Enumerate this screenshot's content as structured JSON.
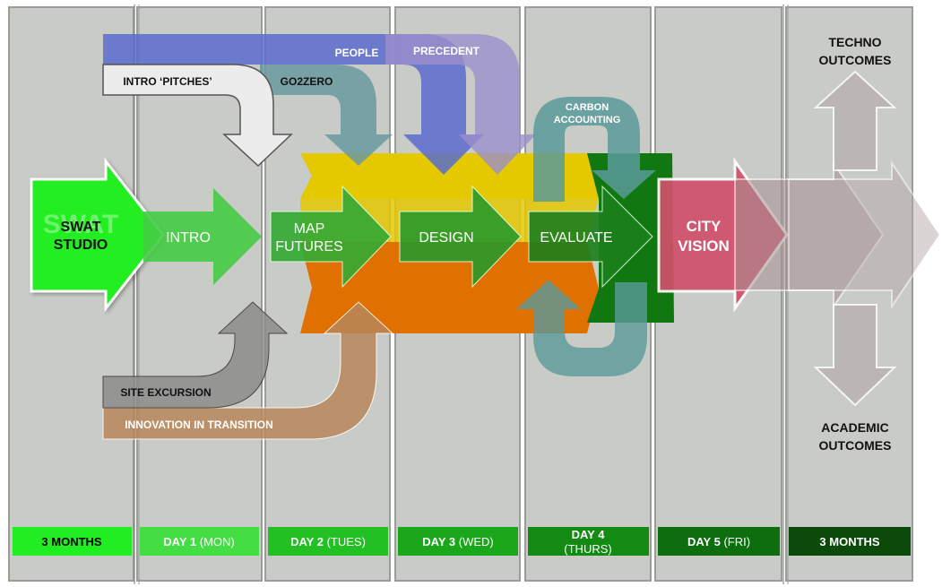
{
  "colors": {
    "background": "#ffffff",
    "column_fill": "#c9cbc6",
    "column_border": "#8e908b",
    "yellow_band": "#e4c800",
    "orange_band": "#e07000",
    "green_bright": "#22ee22",
    "green_mid": "#33bb33",
    "green_dark": "#117711",
    "city_pink": "#d0506a",
    "blue_people": "#5a6ccc",
    "lavender": "#9b90cc",
    "teal": "#5a9a9a",
    "tan": "#b8875a",
    "gray_grey": "#8c8c8c"
  },
  "timeline": {
    "columns": [
      {
        "label_bold": "3 MONTHS",
        "label_light": "",
        "color": "#20ee20",
        "text_color": "#000000"
      },
      {
        "label_bold": "DAY 1",
        "label_light": " (MON)",
        "color": "#44dd44",
        "text_color": "#ffffff"
      },
      {
        "label_bold": "DAY 2",
        "label_light": " (TUES)",
        "color": "#22c022",
        "text_color": "#ffffff"
      },
      {
        "label_bold": "DAY 3",
        "label_light": " (WED)",
        "color": "#1aa81a",
        "text_color": "#ffffff"
      },
      {
        "label_bold": "DAY 4",
        "label_light": "(THURS)",
        "color": "#138a13",
        "text_color": "#ffffff"
      },
      {
        "label_bold": "DAY 5",
        "label_light": " (FRI)",
        "color": "#0d6e0d",
        "text_color": "#ffffff"
      },
      {
        "label_bold": "3 MONTHS",
        "label_light": "",
        "color": "#0b4a0b",
        "text_color": "#ffffff"
      }
    ]
  },
  "stages": {
    "swat": [
      "SWAT",
      "STUDIO"
    ],
    "intro": "INTRO",
    "map_futures": [
      "MAP",
      "FUTURES"
    ],
    "design": "DESIGN",
    "evaluate": "EVALUATE",
    "city_vision": [
      "CITY",
      "VISION"
    ]
  },
  "inputs": {
    "people": "PEOPLE",
    "precedent": "PRECEDENT",
    "intro_pitches": "INTRO ‘PITCHES’",
    "go2zero": "GO2ZERO",
    "carbon_accounting": [
      "CARBON",
      "ACCOUNTING"
    ],
    "site_excursion": "SITE EXCURSION",
    "innovation_in_transition": "INNOVATION IN TRANSITION"
  },
  "outcomes": {
    "techno": [
      "TECHNO",
      "OUTCOMES"
    ],
    "academic": [
      "ACADEMIC",
      "OUTCOMES"
    ]
  }
}
